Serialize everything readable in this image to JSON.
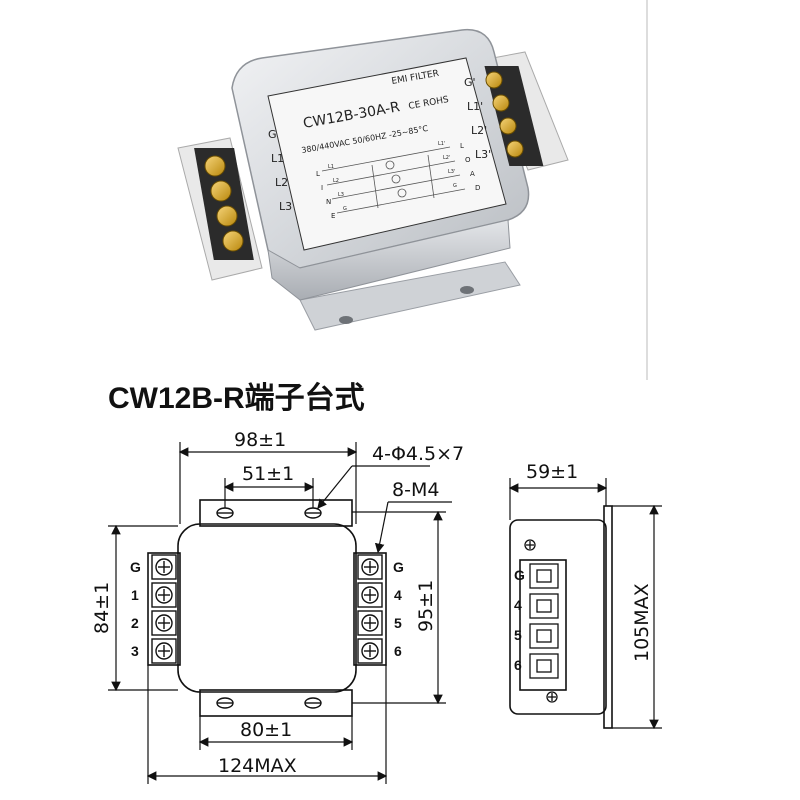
{
  "photo": {
    "label_top": "EMI FILTER",
    "model": "CW12B-30A-R",
    "cert": "CE ROHS",
    "ratings": "380/440VAC 50/60HZ -25~85°C",
    "left_terms": [
      "G",
      "L1",
      "L2",
      "L3"
    ],
    "right_terms": [
      "G'",
      "L1'",
      "L2'",
      "L3'"
    ],
    "inner_left": [
      "L",
      "I",
      "N",
      "E"
    ],
    "inner_right": [
      "L",
      "O",
      "A",
      "D"
    ],
    "schem_left": [
      "L1",
      "L2",
      "L3",
      "G"
    ],
    "schem_right": [
      "L1'",
      "L2'",
      "L3'",
      "G"
    ]
  },
  "heading": "CW12B-R端子台式",
  "front_view": {
    "width_overall": "98±1",
    "hole_spacing_top": "51±1",
    "hole_callout": "4-Φ4.5×7",
    "screw_callout": "8-M4",
    "height_left": "84±1",
    "height_right": "95±1",
    "hole_spacing_bottom": "80±1",
    "total_width": "124MAX",
    "left_pins": [
      "G",
      "1",
      "2",
      "3"
    ],
    "right_pins": [
      "G",
      "4",
      "5",
      "6"
    ]
  },
  "side_view": {
    "depth": "59±1",
    "height": "105MAX",
    "pins": [
      "G",
      "4",
      "5",
      "6"
    ]
  }
}
